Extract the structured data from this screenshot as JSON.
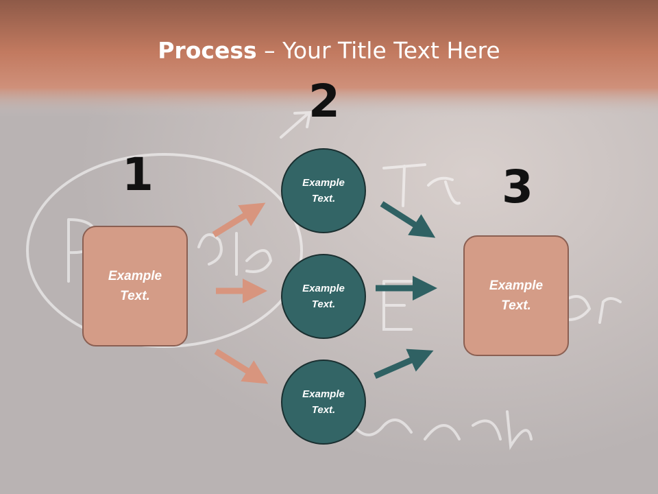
{
  "title": {
    "bold": "Process",
    "rest": " – Your Title Text Here"
  },
  "steps": {
    "one": "1",
    "two": "2",
    "three": "3"
  },
  "left_box": {
    "text": "Example Text."
  },
  "circles": [
    {
      "text": "Example Text."
    },
    {
      "text": "Example Text."
    },
    {
      "text": "Example Text."
    }
  ],
  "right_box": {
    "text": "Example Text."
  },
  "colors": {
    "box_fill": "#d49c87",
    "circle_fill": "#336566",
    "arrow_salmon": "#d8957e",
    "arrow_teal": "#2f6163",
    "header_band": "#c57a62"
  }
}
